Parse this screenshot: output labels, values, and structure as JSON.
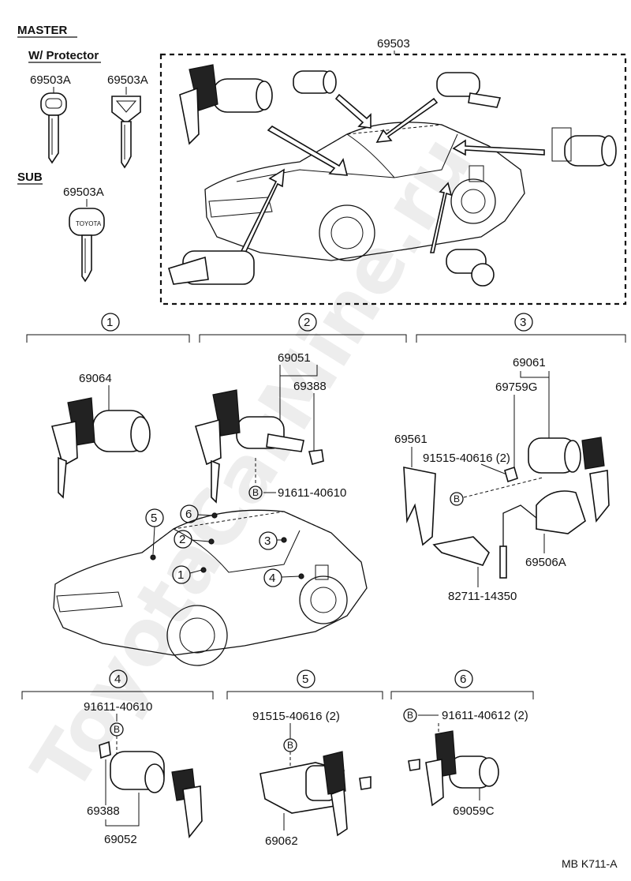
{
  "header": {
    "master": "MASTER",
    "w_protector": "W/ Protector",
    "sub": "SUB"
  },
  "keys": {
    "master_key_1": "69503A",
    "master_key_2": "69503A",
    "sub_key": "69503A"
  },
  "top_box": {
    "label": "69503"
  },
  "sections": {
    "s1": {
      "num": "1",
      "part": "69064"
    },
    "s2": {
      "num": "2",
      "part_a": "69051",
      "part_b": "69388",
      "bolt": "91611-40610"
    },
    "s3": {
      "num": "3",
      "part_a": "69061",
      "part_b": "69759G",
      "part_c": "69561",
      "bolt": "91515-40616 (2)",
      "part_d": "69506A",
      "part_e": "82711-14350"
    },
    "s4": {
      "num": "4",
      "bolt": "91611-40610",
      "part_a": "69388",
      "part_b": "69052"
    },
    "s5": {
      "num": "5",
      "bolt": "91515-40616 (2)",
      "part_a": "69062"
    },
    "s6": {
      "num": "6",
      "bolt": "91611-40612 (2)",
      "part_a": "69059C"
    }
  },
  "callouts": {
    "c1": "1",
    "c2": "2",
    "c3": "3",
    "c4": "4",
    "c5": "5",
    "c6": "6"
  },
  "b_mark": "B",
  "footer": "MB  K711-A",
  "watermark": "ToyotaCarMine.ru"
}
